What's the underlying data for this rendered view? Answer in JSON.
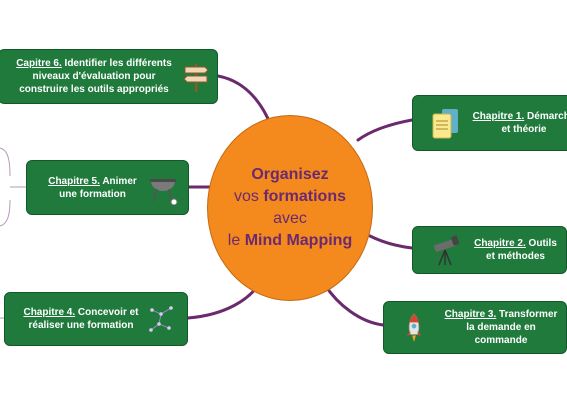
{
  "center": {
    "line1": "Organisez",
    "line2_a": "vos ",
    "line2_b": "formations",
    "line3": "avec",
    "line4_a": "le ",
    "line4_b": "Mind Mapping"
  },
  "nodes": {
    "ch6": {
      "cap": "Capitre 6.",
      "text": " Identifier les différents niveaux d'évaluation pour construire les outils appropriés",
      "icon": "signpost-icon"
    },
    "ch1": {
      "cap": "Chapitre 1.",
      "text": " Démarche et théorie",
      "icon": "documents-icon"
    },
    "ch5": {
      "cap": "Chapitre 5.",
      "text": " Animer une formation",
      "icon": "grill-icon"
    },
    "ch2": {
      "cap": "Chapitre 2.",
      "text": " Outils et méthodes",
      "icon": "telescope-icon"
    },
    "ch4": {
      "cap": "Chapitre 4.",
      "text": " Concevoir et réaliser une formation",
      "icon": "constellation-icon"
    },
    "ch3": {
      "cap": "Chapitre 3.",
      "text": " Transformer la demande en commande",
      "icon": "rocket-icon"
    }
  },
  "colors": {
    "node": "#1f7a3c",
    "center": "#f4891e",
    "connector": "#6b2a6e",
    "title": "#6b2a6e"
  }
}
